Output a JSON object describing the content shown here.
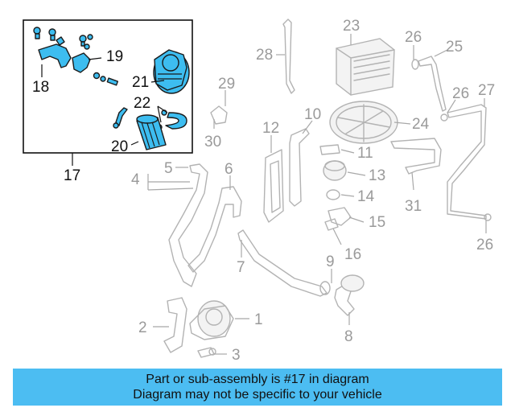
{
  "diagram": {
    "highlighted_part": "17",
    "callouts": {
      "c1": "1",
      "c2": "2",
      "c3": "3",
      "c4": "4",
      "c5": "5",
      "c6": "6",
      "c7": "7",
      "c8": "8",
      "c9": "9",
      "c10": "10",
      "c11": "11",
      "c12": "12",
      "c13": "13",
      "c14": "14",
      "c15": "15",
      "c16": "16",
      "c17": "17",
      "c18": "18",
      "c19": "19",
      "c20": "20",
      "c21": "21",
      "c22": "22",
      "c23": "23",
      "c24": "24",
      "c25": "25",
      "c26a": "26",
      "c26b": "26",
      "c26c": "26",
      "c27": "27",
      "c28": "28",
      "c29": "29",
      "c30": "30",
      "c31": "31"
    },
    "colors": {
      "highlight": "#3dbdf0",
      "banner": "#4cbdf2",
      "line": "#b3b3b3"
    }
  },
  "banner": {
    "line1": "Part or sub-assembly is #17 in diagram",
    "line2": "Diagram may not be specific to your vehicle"
  }
}
